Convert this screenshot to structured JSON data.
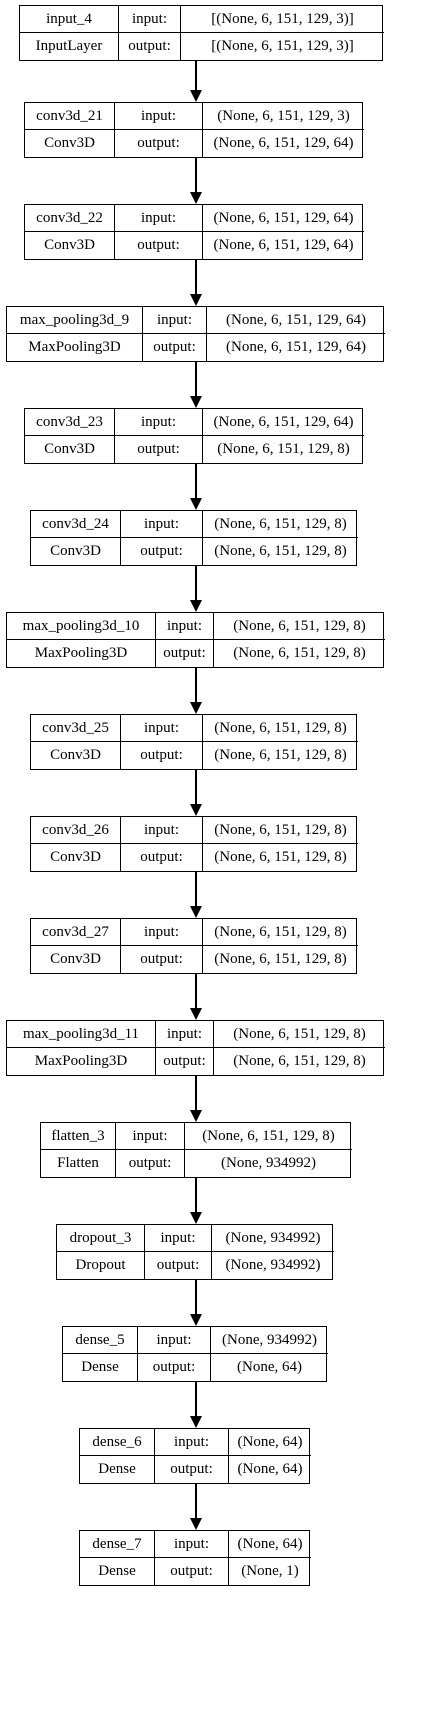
{
  "labels": {
    "input": "input:",
    "output": "output:"
  },
  "layers": [
    {
      "name": "input_4",
      "type": "InputLayer",
      "input_shape": "[(None, 6, 151, 129, 3)]",
      "output_shape": "[(None, 6, 151, 129, 3)]"
    },
    {
      "name": "conv3d_21",
      "type": "Conv3D",
      "input_shape": "(None, 6, 151, 129, 3)",
      "output_shape": "(None, 6, 151, 129, 64)"
    },
    {
      "name": "conv3d_22",
      "type": "Conv3D",
      "input_shape": "(None, 6, 151, 129, 64)",
      "output_shape": "(None, 6, 151, 129, 64)"
    },
    {
      "name": "max_pooling3d_9",
      "type": "MaxPooling3D",
      "input_shape": "(None, 6, 151, 129, 64)",
      "output_shape": "(None, 6, 151, 129, 64)"
    },
    {
      "name": "conv3d_23",
      "type": "Conv3D",
      "input_shape": "(None, 6, 151, 129, 64)",
      "output_shape": "(None, 6, 151, 129, 8)"
    },
    {
      "name": "conv3d_24",
      "type": "Conv3D",
      "input_shape": "(None, 6, 151, 129, 8)",
      "output_shape": "(None, 6, 151, 129, 8)"
    },
    {
      "name": "max_pooling3d_10",
      "type": "MaxPooling3D",
      "input_shape": "(None, 6, 151, 129, 8)",
      "output_shape": "(None, 6, 151, 129, 8)"
    },
    {
      "name": "conv3d_25",
      "type": "Conv3D",
      "input_shape": "(None, 6, 151, 129, 8)",
      "output_shape": "(None, 6, 151, 129, 8)"
    },
    {
      "name": "conv3d_26",
      "type": "Conv3D",
      "input_shape": "(None, 6, 151, 129, 8)",
      "output_shape": "(None, 6, 151, 129, 8)"
    },
    {
      "name": "conv3d_27",
      "type": "Conv3D",
      "input_shape": "(None, 6, 151, 129, 8)",
      "output_shape": "(None, 6, 151, 129, 8)"
    },
    {
      "name": "max_pooling3d_11",
      "type": "MaxPooling3D",
      "input_shape": "(None, 6, 151, 129, 8)",
      "output_shape": "(None, 6, 151, 129, 8)"
    },
    {
      "name": "flatten_3",
      "type": "Flatten",
      "input_shape": "(None, 6, 151, 129, 8)",
      "output_shape": "(None, 934992)"
    },
    {
      "name": "dropout_3",
      "type": "Dropout",
      "input_shape": "(None, 934992)",
      "output_shape": "(None, 934992)"
    },
    {
      "name": "dense_5",
      "type": "Dense",
      "input_shape": "(None, 934992)",
      "output_shape": "(None, 64)"
    },
    {
      "name": "dense_6",
      "type": "Dense",
      "input_shape": "(None, 64)",
      "output_shape": "(None, 64)"
    },
    {
      "name": "dense_7",
      "type": "Dense",
      "input_shape": "(None, 64)",
      "output_shape": "(None, 1)"
    }
  ]
}
